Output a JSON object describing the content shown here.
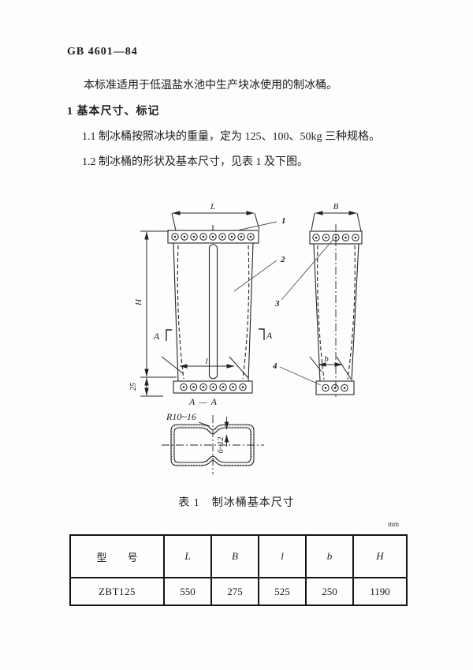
{
  "header": {
    "doc_number": "GB 4601—84"
  },
  "intro": "本标准适用于低温盐水池中生产块冰使用的制冰桶。",
  "section1": {
    "heading": "1 基本尺寸、标记",
    "item_1_1": "1.1 制冰桶按照冰块的重量，定为 125、100、50kg 三种规格。",
    "item_1_2": "1.2 制冰桶的形状及基本尺寸，见表 1 及下图。"
  },
  "figure": {
    "dim_labels": {
      "L": "L",
      "B": "B",
      "H": "H",
      "l": "l",
      "b": "b",
      "flange_25": "25",
      "radius": "R10~16",
      "thickness": "6~12",
      "section_title": "A — A",
      "section_mark_left": "A",
      "section_mark_right": "A"
    },
    "part_labels": {
      "p1": "1",
      "p2": "2",
      "p3": "3",
      "p4": "4"
    }
  },
  "table": {
    "title": "表 1　制冰桶基本尺寸",
    "unit": "mm",
    "headers": [
      "型　　号",
      "L",
      "B",
      "l",
      "b",
      "H"
    ],
    "rows": [
      {
        "model": "ZBT125",
        "values": [
          "550",
          "275",
          "525",
          "250",
          "1190"
        ]
      }
    ]
  }
}
